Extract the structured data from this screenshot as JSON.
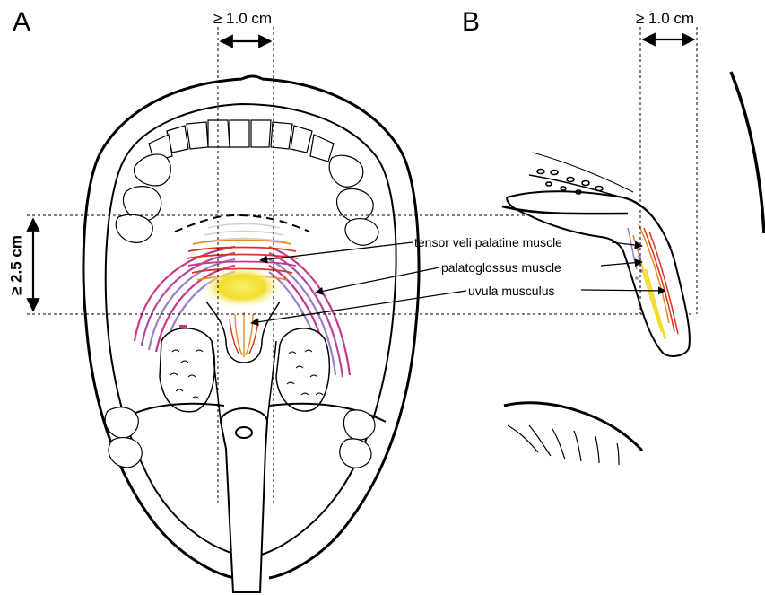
{
  "panels": {
    "a": {
      "letter": "A"
    },
    "b": {
      "letter": "B"
    }
  },
  "dimensions": {
    "a_width": "≥ 1.0 cm",
    "b_width": "≥ 1.0 cm",
    "a_height": "≥ 2.5 cm"
  },
  "labels": {
    "tensor": "tensor veli palatine muscle",
    "palatoglossus": "palatoglossus muscle",
    "uvula": "uvula musculus"
  },
  "colors": {
    "line": "#000000",
    "palatoglossus": "#c8388a",
    "palatoglossus_light": "#9a7fc9",
    "tensor": "#d8341f",
    "uvula_core": "#f2dd2a",
    "uvula_edge": "#e8891e"
  }
}
